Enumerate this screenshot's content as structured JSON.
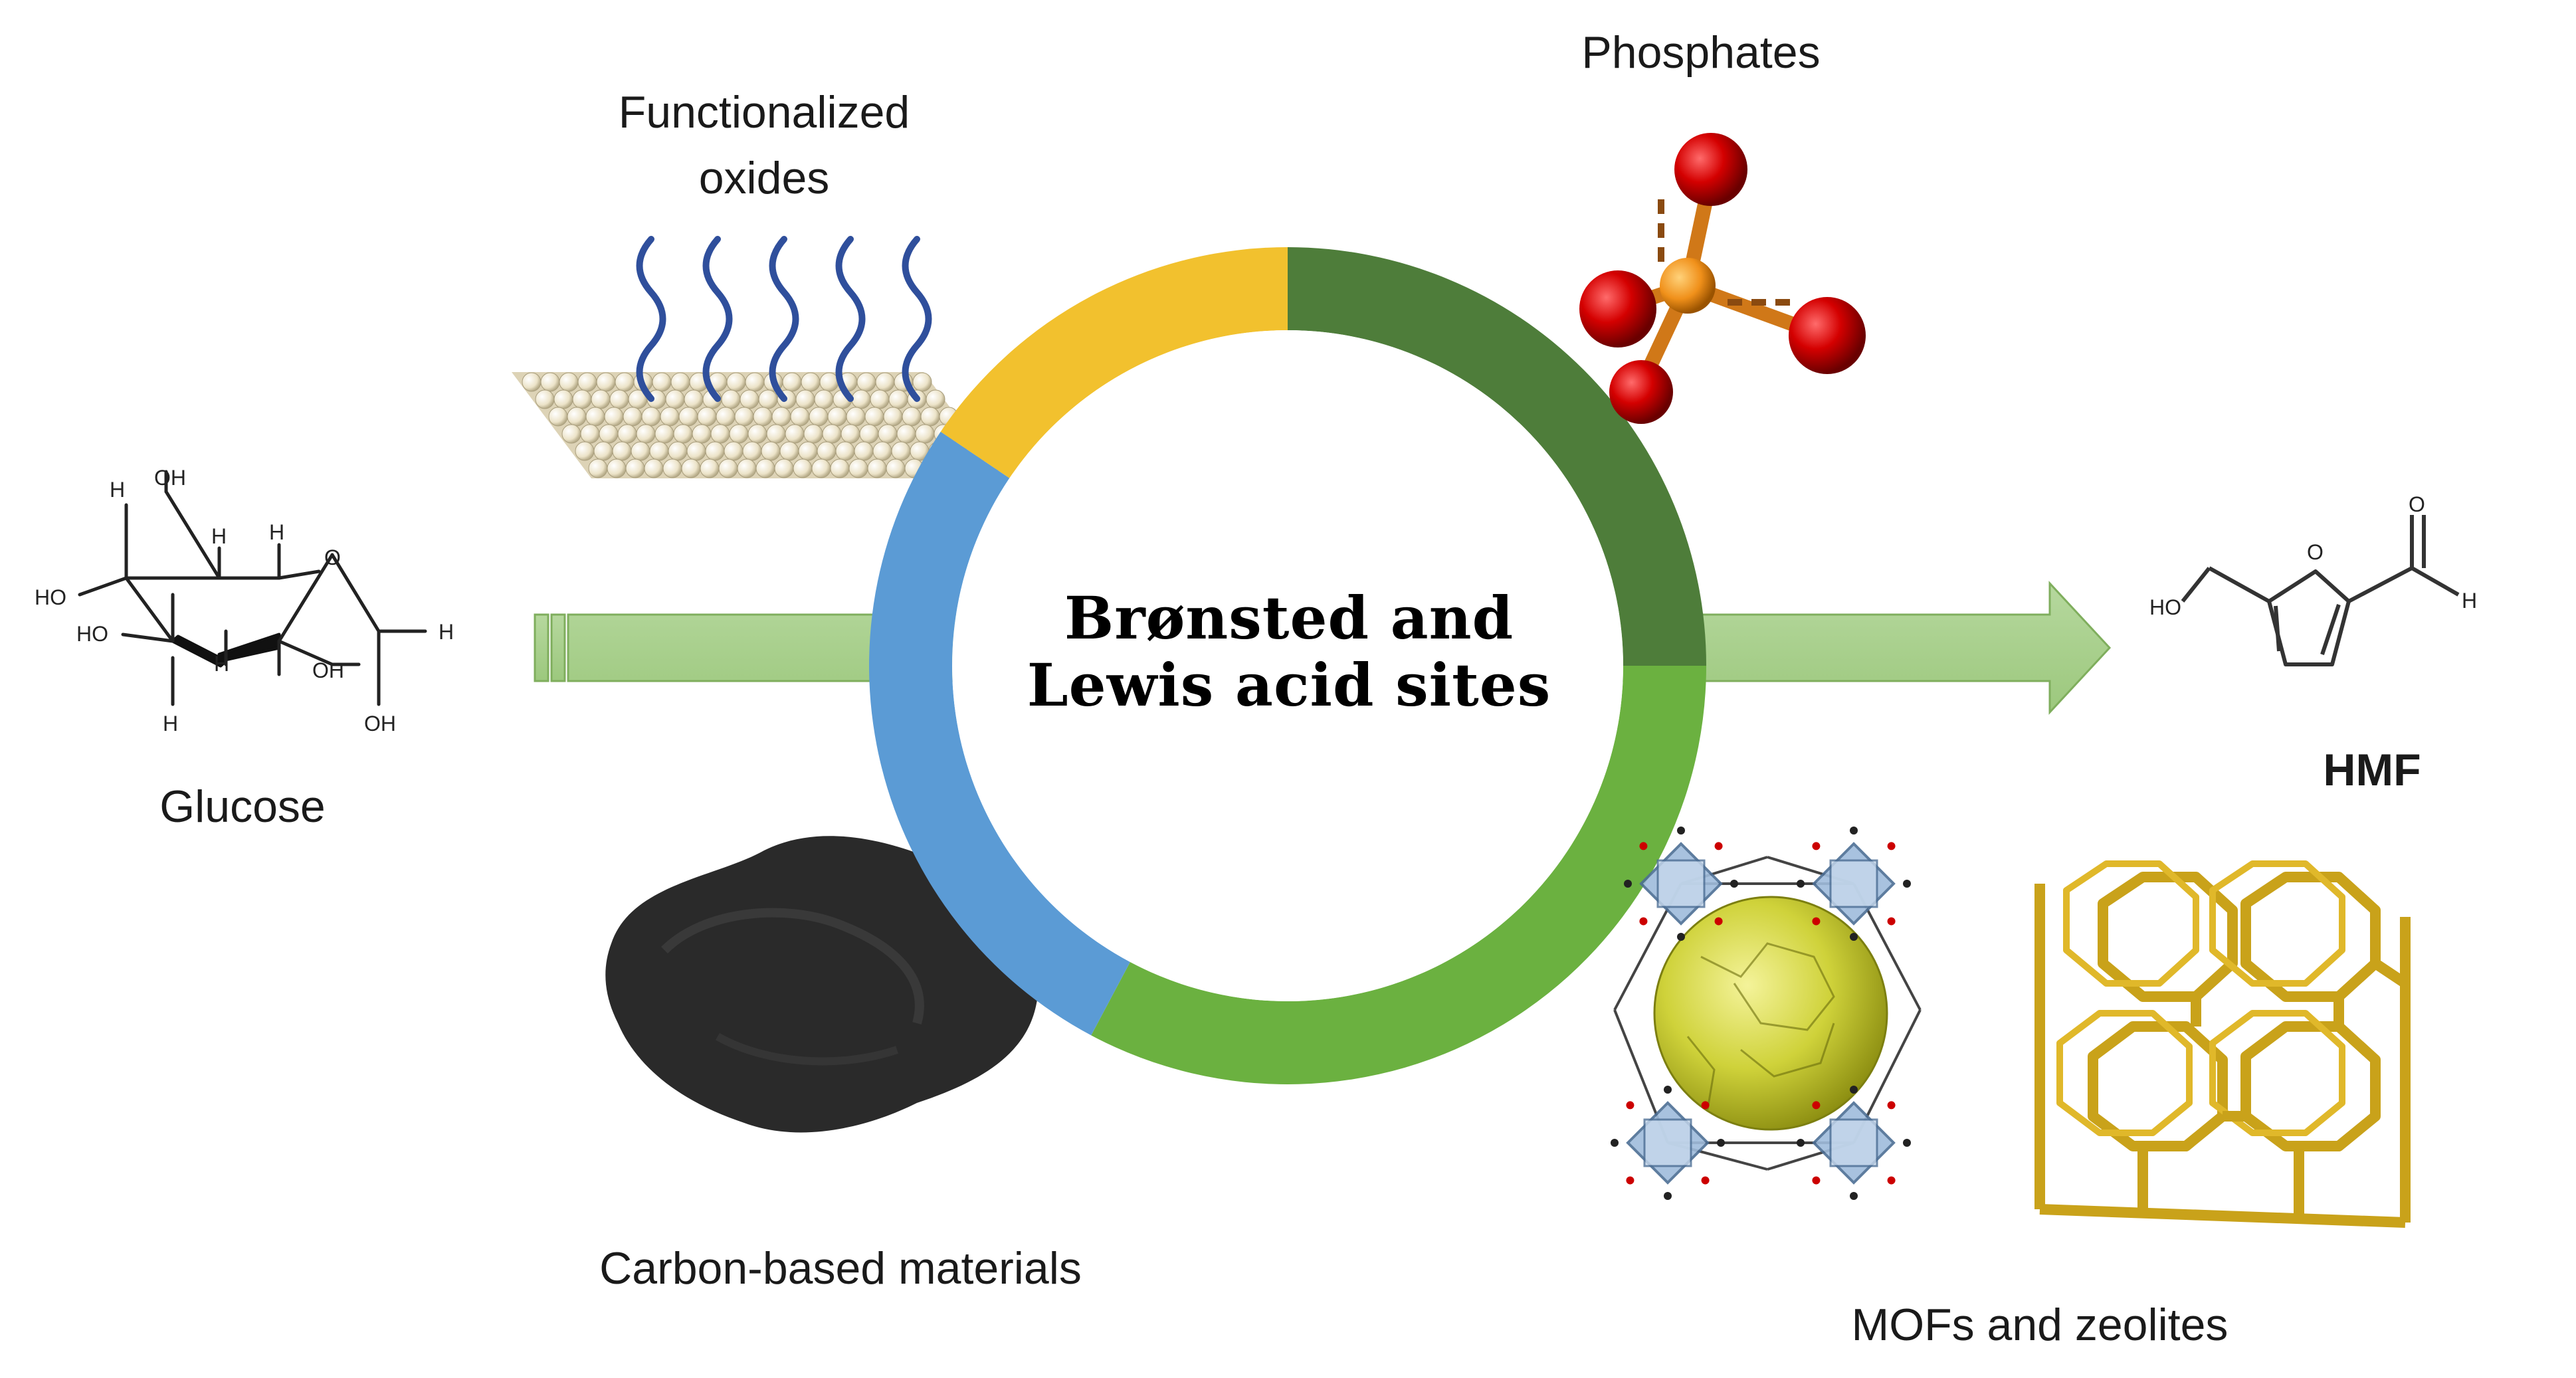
{
  "center": {
    "line1": "Brønsted and",
    "line2": "Lewis acid sites"
  },
  "labels": {
    "functionalized_line1": "Functionalized",
    "functionalized_line2": "oxides",
    "phosphates": "Phosphates",
    "glucose": "Glucose",
    "hmf": "HMF",
    "carbon": "Carbon-based materials",
    "mofs": "MOFs and zeolites"
  },
  "atoms": {
    "oh": "OH",
    "ho": "HO",
    "h": "H",
    "o": "O"
  },
  "ring_segments": [
    {
      "name": "functionalized-oxides",
      "color": "#4e7d3a"
    },
    {
      "name": "phosphates",
      "color": "#6bb140"
    },
    {
      "name": "mofs-zeolites",
      "color": "#5b9bd5"
    },
    {
      "name": "carbon-based",
      "color": "#f2c12e"
    }
  ],
  "arrow_color": "#a9d18e"
}
